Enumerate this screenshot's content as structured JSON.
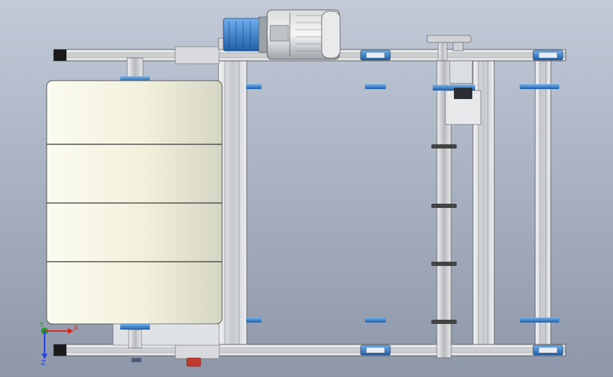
{
  "viewport": {
    "background_top": "#c2cad8",
    "background_bottom": "#8d97a9"
  },
  "triad": {
    "x_label": "X",
    "y_label": "Y",
    "z_label": "Z",
    "x_color": "#e0231d",
    "y_color": "#1f9e2b",
    "z_color": "#2a3fd6"
  },
  "model": {
    "frame_color": "#e6e8ea",
    "roller_color": "#f4f3e2",
    "bearing_color": "#2f86c8",
    "motor_color": "#3e86d0"
  }
}
